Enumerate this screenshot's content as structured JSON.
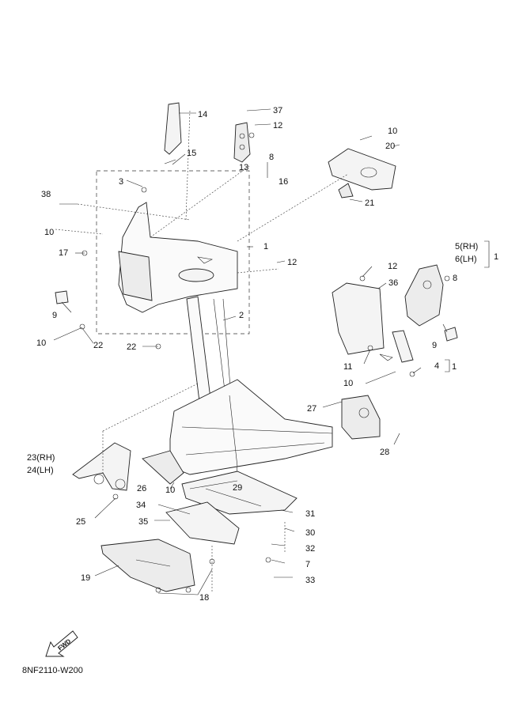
{
  "diagram_code": "8NF2110-W200",
  "fwd_label": "FWD",
  "callouts": [
    {
      "id": "c14",
      "text": "14"
    },
    {
      "id": "c37",
      "text": "37"
    },
    {
      "id": "c12a",
      "text": "12"
    },
    {
      "id": "c15",
      "text": "15"
    },
    {
      "id": "c8a",
      "text": "8"
    },
    {
      "id": "c13",
      "text": "13"
    },
    {
      "id": "c16",
      "text": "16"
    },
    {
      "id": "c3",
      "text": "3"
    },
    {
      "id": "c38",
      "text": "38"
    },
    {
      "id": "c10a",
      "text": "10"
    },
    {
      "id": "c20",
      "text": "20"
    },
    {
      "id": "c10b",
      "text": "10"
    },
    {
      "id": "c21",
      "text": "21"
    },
    {
      "id": "c1a",
      "text": "1"
    },
    {
      "id": "c17",
      "text": "17"
    },
    {
      "id": "c12b",
      "text": "12"
    },
    {
      "id": "c5",
      "text": "5(RH)"
    },
    {
      "id": "c6",
      "text": "6(LH)"
    },
    {
      "id": "c1b",
      "text": "1"
    },
    {
      "id": "c12c",
      "text": "12"
    },
    {
      "id": "c36",
      "text": "36"
    },
    {
      "id": "c8b",
      "text": "8"
    },
    {
      "id": "c9a",
      "text": "9"
    },
    {
      "id": "c2",
      "text": "2"
    },
    {
      "id": "c10c",
      "text": "10"
    },
    {
      "id": "c22a",
      "text": "22"
    },
    {
      "id": "c22b",
      "text": "22"
    },
    {
      "id": "c9b",
      "text": "9"
    },
    {
      "id": "c11",
      "text": "11"
    },
    {
      "id": "c4",
      "text": "4"
    },
    {
      "id": "c1c",
      "text": "1"
    },
    {
      "id": "c10d",
      "text": "10"
    },
    {
      "id": "c27",
      "text": "27"
    },
    {
      "id": "c23",
      "text": "23(RH)"
    },
    {
      "id": "c24",
      "text": "24(LH)"
    },
    {
      "id": "c28",
      "text": "28"
    },
    {
      "id": "c26",
      "text": "26"
    },
    {
      "id": "c10e",
      "text": "10"
    },
    {
      "id": "c29",
      "text": "29"
    },
    {
      "id": "c34",
      "text": "34"
    },
    {
      "id": "c31",
      "text": "31"
    },
    {
      "id": "c25",
      "text": "25"
    },
    {
      "id": "c35",
      "text": "35"
    },
    {
      "id": "c30",
      "text": "30"
    },
    {
      "id": "c32",
      "text": "32"
    },
    {
      "id": "c7",
      "text": "7"
    },
    {
      "id": "c19",
      "text": "19"
    },
    {
      "id": "c33",
      "text": "33"
    },
    {
      "id": "c18",
      "text": "18"
    }
  ]
}
